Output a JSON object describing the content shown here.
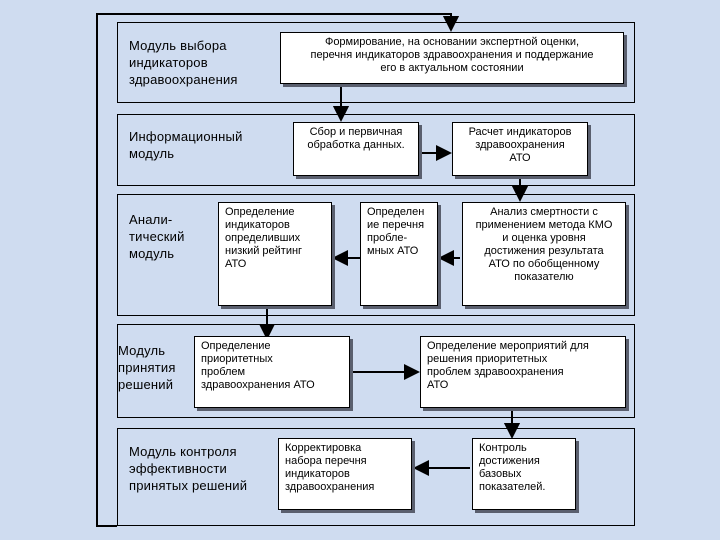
{
  "modules": {
    "selection": "Модуль выбора\nиндикаторов\nздравоохранения",
    "information": "Информационный\nмодуль",
    "analytic": "Анали-\nтический\nмодуль",
    "decision": "Модуль\nпринятия\nрешений",
    "control": "Модуль контроля\nэффективности\nпринятых решений"
  },
  "boxes": {
    "formation": "Формирование, на основании экспертной оценки,\nперечня индикаторов здравоохранения и поддержание\nего в актуальном состоянии",
    "collection": "Сбор и первичная\nобработка данных.",
    "calc": "Расчет индикаторов\nздравоохранения\nАТО",
    "low_rating": "Определение\nиндикаторов\nопределивших\nнизкий рейтинг\nАТО",
    "problem_list": "Определен\nие перечня\nпробле-\nмных АТО",
    "mortality": "Анализ смертности с\nприменением метода КМО\nи оценка уровня\nдостижения результата\nАТО по обобщенному\nпоказателю",
    "priority": "Определение\nприоритетных\nпроблем\nздравоохранения АТО",
    "measures": "Определение мероприятий для\nрешения приоритетных\nпроблем здравоохранения\nАТО",
    "correction": "Корректировка\nнабора перечня\nиндикаторов\nздравоохранения",
    "control_box": "Контроль\nдостижения\nбазовых\nпоказателей."
  }
}
